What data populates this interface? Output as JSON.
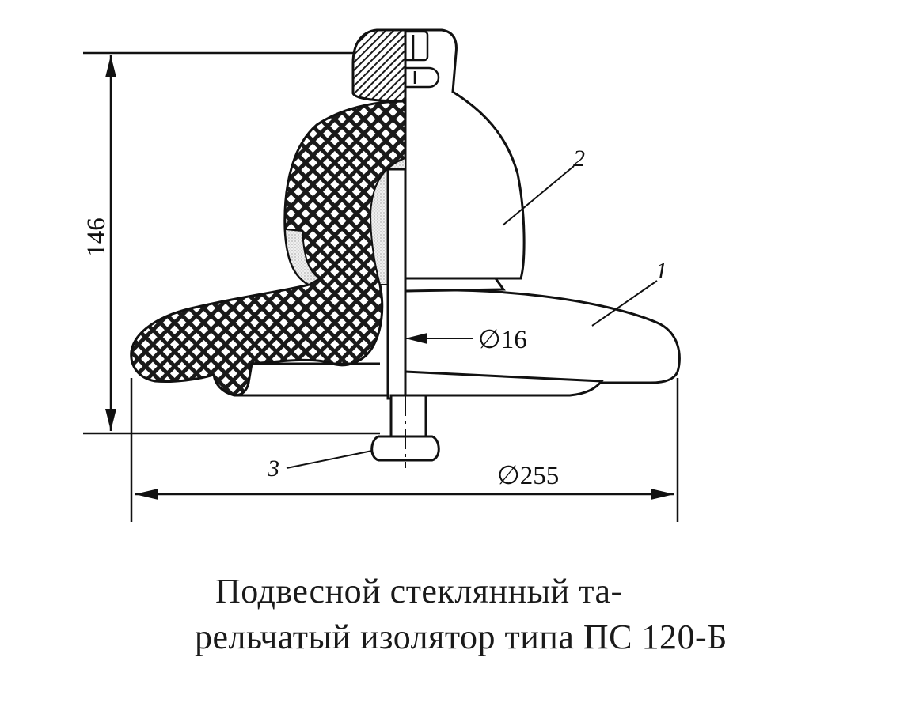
{
  "dimensions": {
    "height": "146",
    "pin_diameter": "∅16",
    "shell_diameter": "∅255"
  },
  "parts": {
    "shell": "1",
    "cap": "2",
    "pin": "3"
  },
  "caption": {
    "line1": "Подвесной стеклянный та-",
    "line2": "рельчатый изолятор типа ПС 120-Б"
  },
  "colors": {
    "ink": "#111111",
    "paper": "#ffffff",
    "cement_fill": "#e4e4e4"
  }
}
